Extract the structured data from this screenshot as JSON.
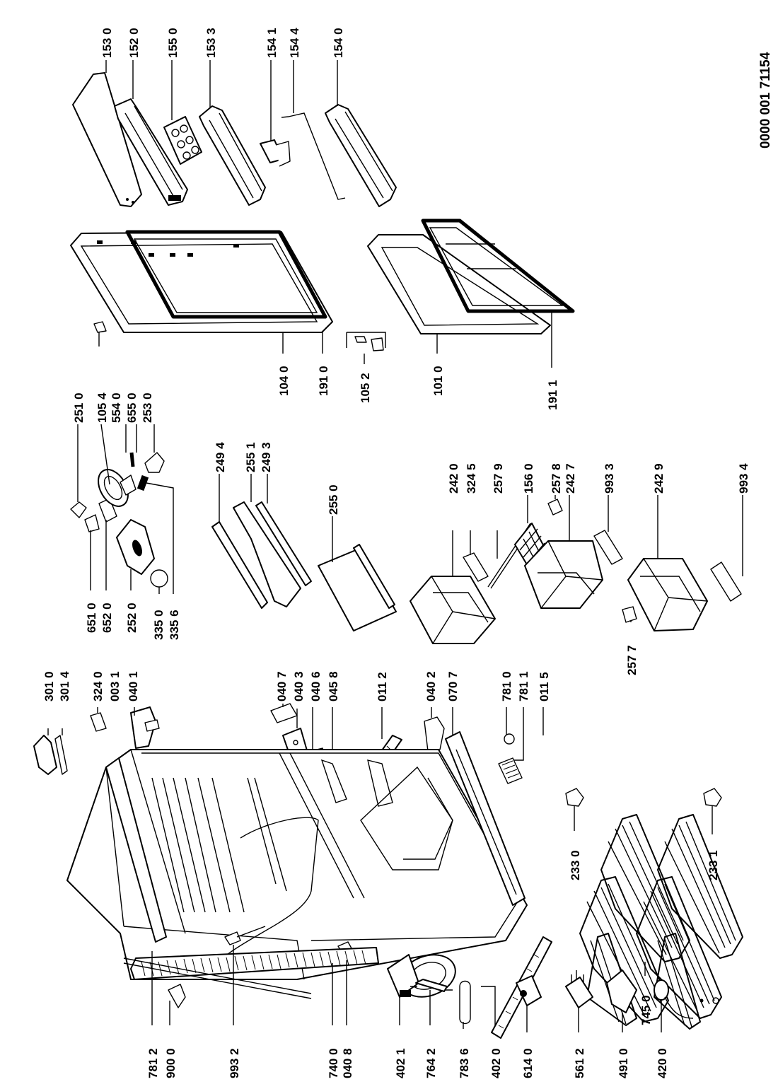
{
  "doc_number": "0000 001 71154",
  "labels": {
    "p1530": "153 0",
    "p1520": "152 0",
    "p1550": "155 0",
    "p1533": "153 3",
    "p1541": "154 1",
    "p1544": "154 4",
    "p1540": "154 0",
    "p2510": "251 0",
    "p1054": "105 4",
    "p5540": "554 0",
    "p6550": "655 0",
    "p2530": "253 0",
    "p1040": "104 0",
    "p1910": "191 0",
    "p1052": "105 2",
    "p1010": "101 0",
    "p1911": "191 1",
    "p6510": "651 0",
    "p6520": "652 0",
    "p2520": "252 0",
    "p3350": "335 0",
    "p3356": "335 6",
    "p2494": "249 4",
    "p2551": "255 1",
    "p2493": "249 3",
    "p2550": "255 0",
    "p2420": "242 0",
    "p3245": "324 5",
    "p2579": "257 9",
    "p1560": "156 0",
    "p2578": "257 8",
    "p2427": "242 7",
    "p9933": "993 3",
    "p2429": "242 9",
    "p9934": "993 4",
    "p2577": "257 7",
    "p3010": "301 0",
    "p3014": "301 4",
    "p3240": "324 0",
    "p0031": "003 1",
    "p0401": "040 1",
    "p0407": "040 7",
    "p0403": "040 3",
    "p0406": "040 6",
    "p0458": "045 8",
    "p0112": "011 2",
    "p0402": "040 2",
    "p0707": "070 7",
    "p7810": "781 0",
    "p7811": "781 1",
    "p0115": "011 5",
    "p2330": "233 0",
    "p7450": "745 0",
    "p2331": "233 1",
    "p7812": "781 2",
    "p9000": "900 0",
    "p9932": "993 2",
    "p7400": "740 0",
    "p0408": "040 8",
    "p4021": "402 1",
    "p7642": "764 2",
    "p7836": "783 6",
    "p4020": "402 0",
    "p6140": "614 0",
    "p5612": "561 2",
    "p4910": "491 0",
    "p4200": "420 0"
  }
}
